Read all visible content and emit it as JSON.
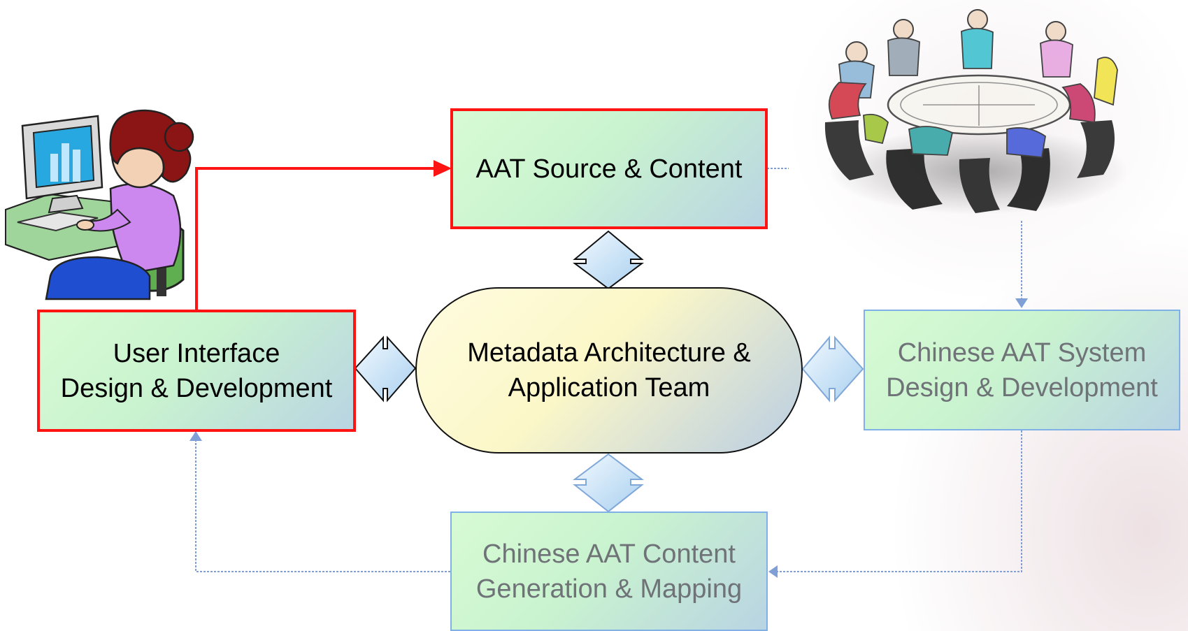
{
  "diagram": {
    "boxes": {
      "aat_source": {
        "lines": [
          "AAT Source & Content"
        ]
      },
      "user_interface": {
        "lines": [
          "User Interface",
          "Design & Development"
        ]
      },
      "metadata_team": {
        "lines": [
          "Metadata Architecture &",
          "Application Team"
        ]
      },
      "system_design": {
        "lines": [
          "Chinese AAT System",
          "Design & Development"
        ]
      },
      "content_generation": {
        "lines": [
          "Chinese AAT Content",
          "Generation & Mapping"
        ]
      }
    },
    "icons": [
      "computer-user-clipart",
      "meeting-table-sketch",
      "double-arrow-icon"
    ],
    "colors": {
      "highlight_border": "#ff1414",
      "highlight_arrow": "#ff1414",
      "faded_border": "#7fb0e6",
      "faded_text": "#6f7378",
      "dotted_connector": "#7f9fd6",
      "box_fill_start": "#d7fbd4",
      "box_fill_end": "#b9d4e3",
      "hub_fill_start": "#fffce0",
      "hub_fill_end": "#b9cde3"
    }
  }
}
